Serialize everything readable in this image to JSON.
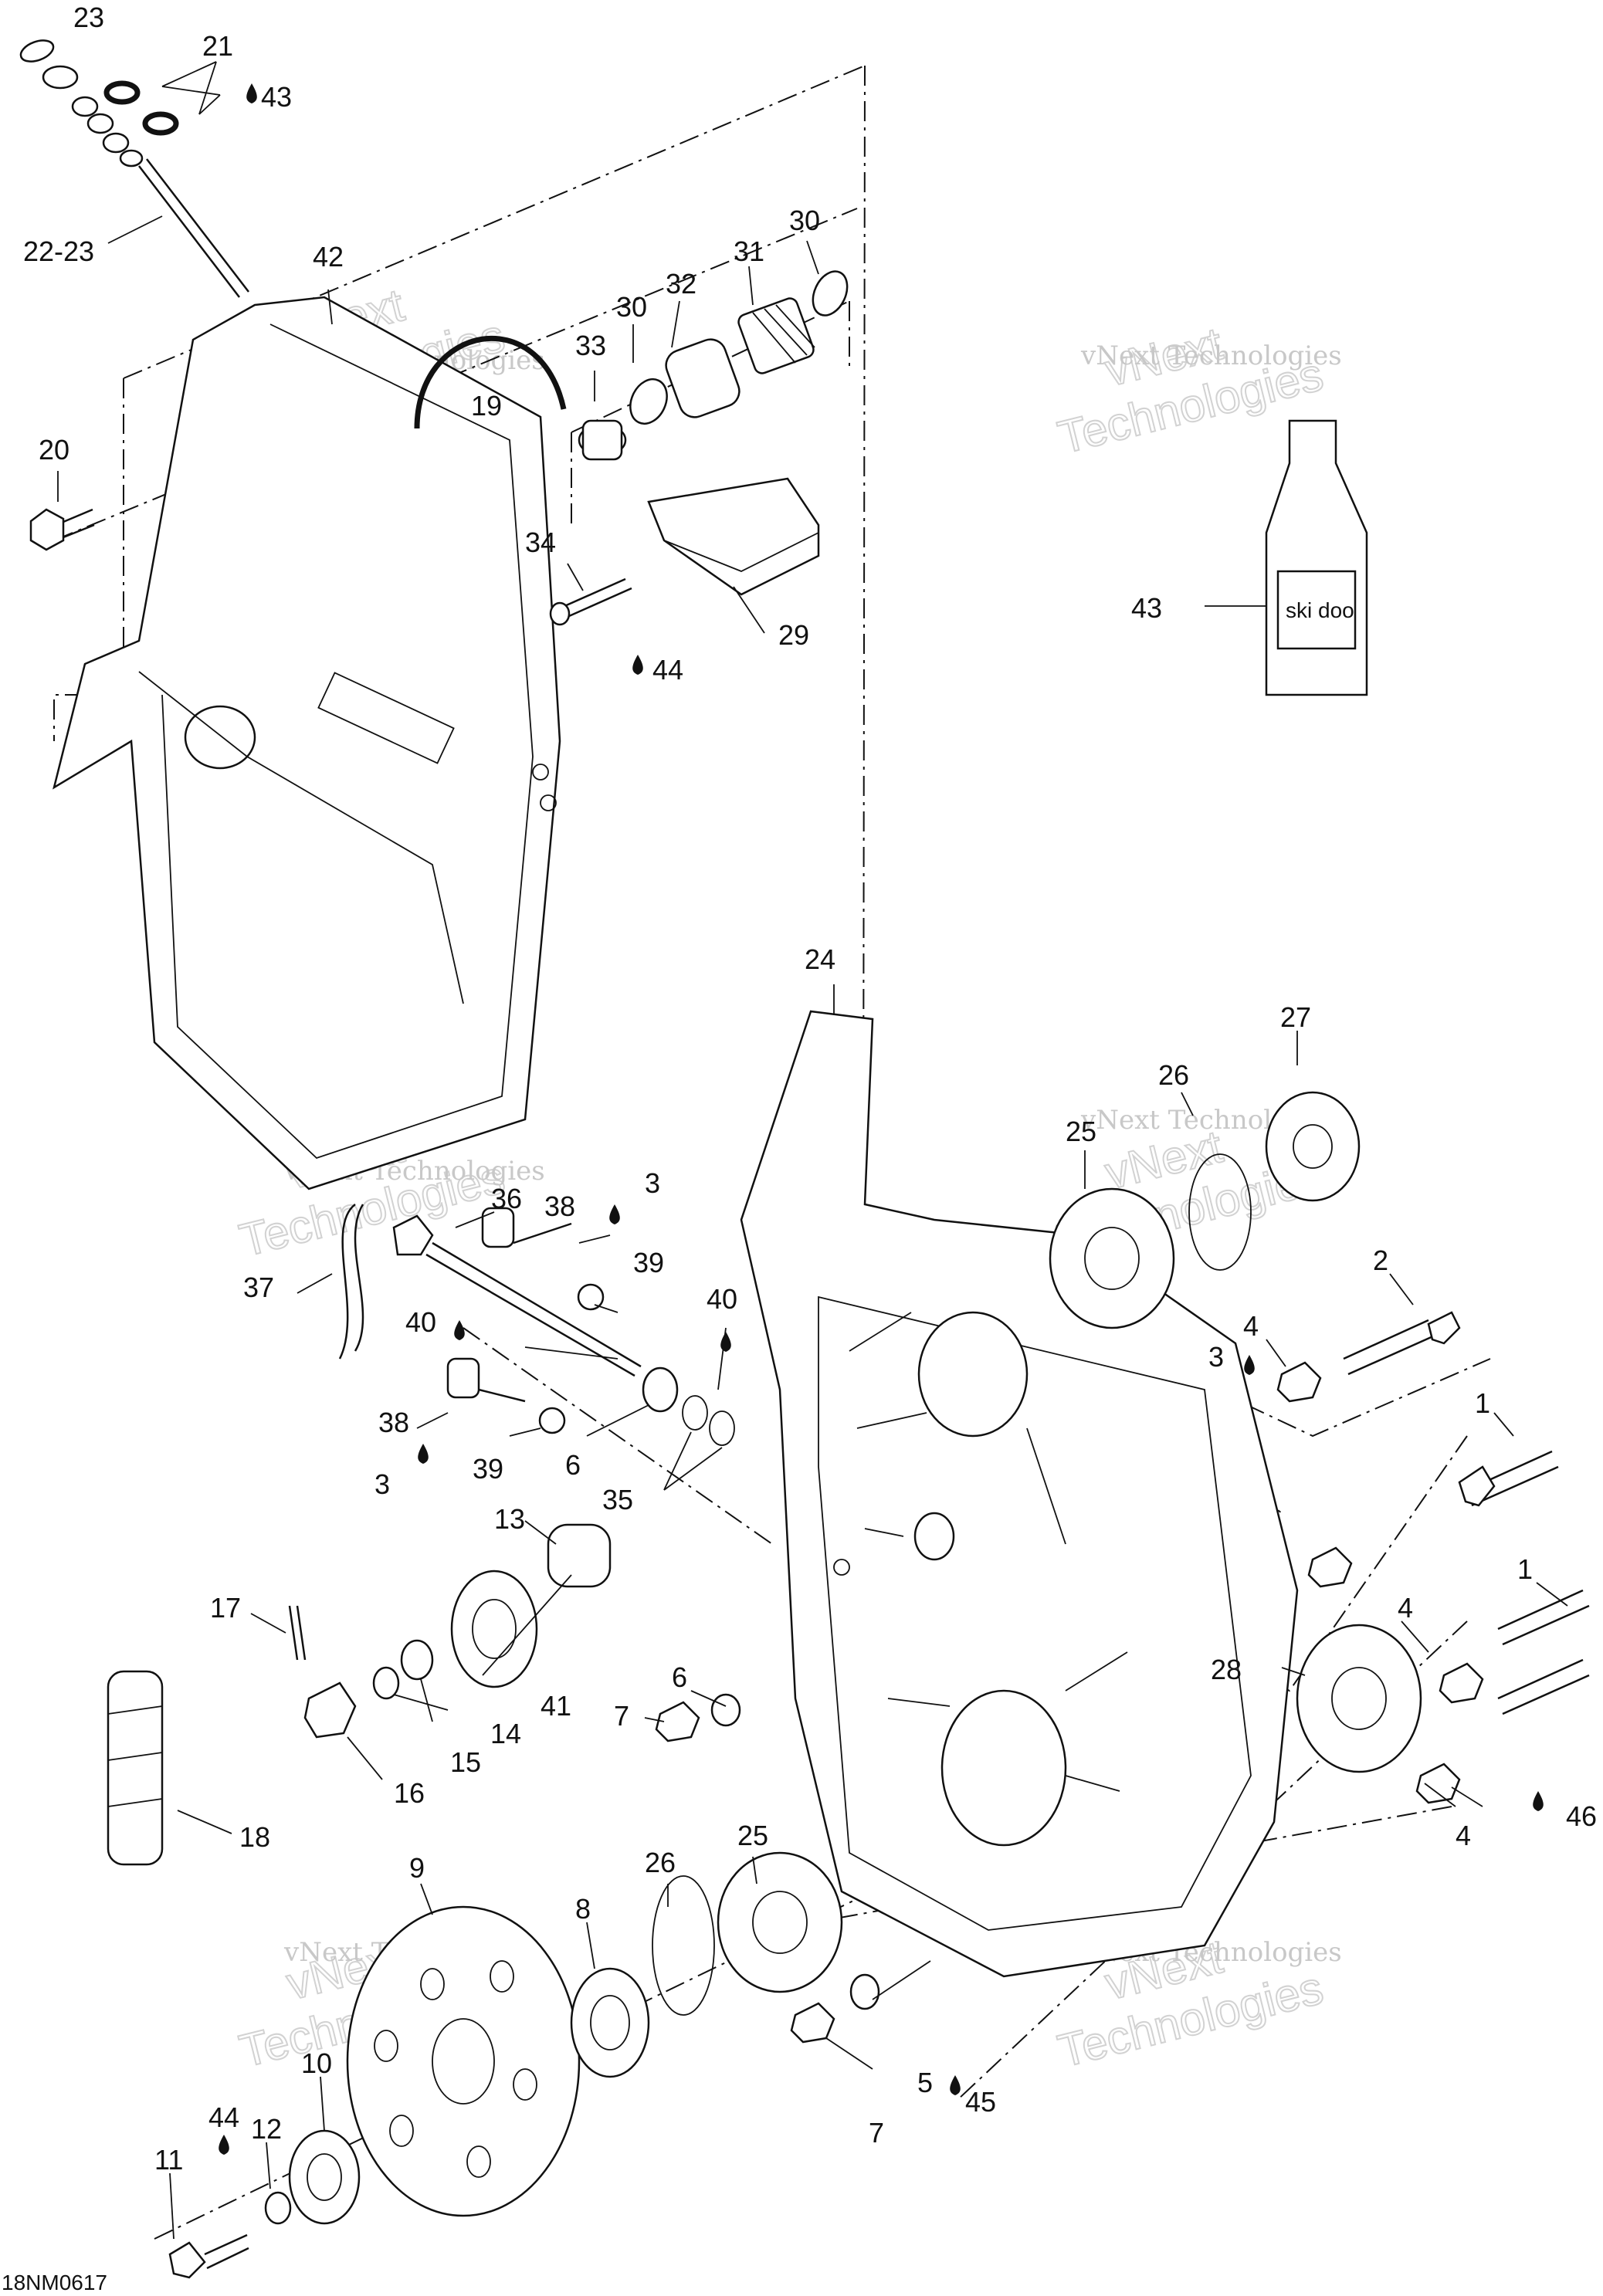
{
  "callouts": {
    "c1a": "1",
    "c1b": "1",
    "c2": "2",
    "c3a": "3",
    "c3b": "3",
    "c3c": "3",
    "c4a": "4",
    "c4b": "4",
    "c4c": "4",
    "c5": "5",
    "c6a": "6",
    "c6b": "6",
    "c7a": "7",
    "c7b": "7",
    "c8": "8",
    "c9": "9",
    "c10": "10",
    "c11": "11",
    "c12": "12",
    "c13": "13",
    "c14": "14",
    "c15": "15",
    "c16": "16",
    "c17": "17",
    "c18": "18",
    "c19": "19",
    "c20": "20",
    "c21": "21",
    "c22_23": "22-23",
    "c23": "23",
    "c24": "24",
    "c25a": "25",
    "c25b": "25",
    "c26a": "26",
    "c26b": "26",
    "c27": "27",
    "c28": "28",
    "c29": "29",
    "c30a": "30",
    "c30b": "30",
    "c31": "31",
    "c32": "32",
    "c33": "33",
    "c34": "34",
    "c35": "35",
    "c36": "36",
    "c37": "37",
    "c38a": "38",
    "c38b": "38",
    "c39a": "39",
    "c39b": "39",
    "c40a": "40",
    "c40b": "40",
    "c41": "41",
    "c42": "42",
    "c43a": "43",
    "c43b": "43",
    "c44a": "44",
    "c44b": "44",
    "c45": "45",
    "c46": "46"
  },
  "watermark": {
    "text": "vNext Technologies",
    "word1": "vNext",
    "word2": "Technologies"
  },
  "figure_code": "18NM0617",
  "bottle_label": "ski doo",
  "icons": {
    "lubricant": "oil-drop-icon"
  }
}
